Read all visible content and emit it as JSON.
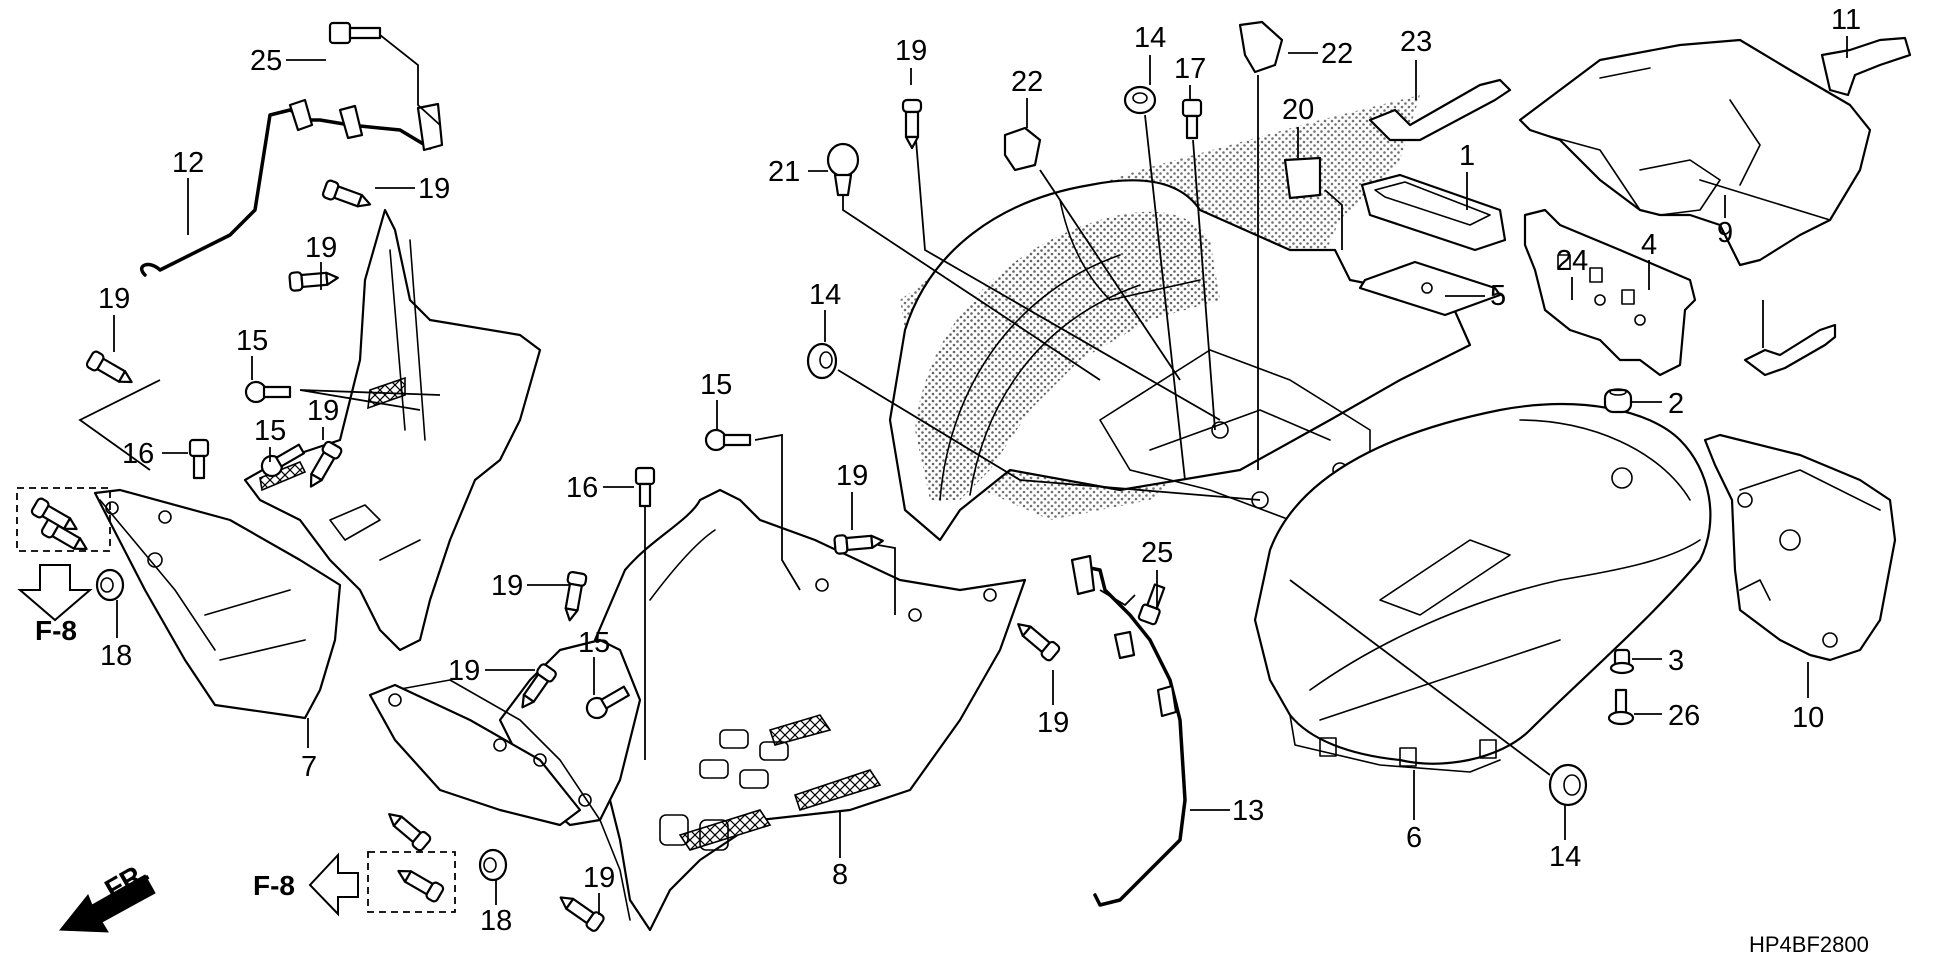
{
  "diagram": {
    "title_code": "HP4BF2800",
    "direction_label": "FR.",
    "reference_labels": [
      {
        "id": "ref-left",
        "text": "F-8"
      },
      {
        "id": "ref-bottom",
        "text": "F-8"
      }
    ],
    "callouts": [
      {
        "num": "25",
        "part": "bolt"
      },
      {
        "num": "12",
        "part": "rod-left"
      },
      {
        "num": "19",
        "part": "clip"
      },
      {
        "num": "19",
        "part": "clip"
      },
      {
        "num": "19",
        "part": "clip"
      },
      {
        "num": "15",
        "part": "screw"
      },
      {
        "num": "16",
        "part": "bolt-flange"
      },
      {
        "num": "15",
        "part": "screw"
      },
      {
        "num": "19",
        "part": "clip"
      },
      {
        "num": "18",
        "part": "nut-clip"
      },
      {
        "num": "7",
        "part": "left-mudguard"
      },
      {
        "num": "19",
        "part": "clip"
      },
      {
        "num": "19",
        "part": "clip"
      },
      {
        "num": "15",
        "part": "screw"
      },
      {
        "num": "16",
        "part": "bolt-flange"
      },
      {
        "num": "15",
        "part": "screw"
      },
      {
        "num": "19",
        "part": "clip"
      },
      {
        "num": "18",
        "part": "nut-clip"
      },
      {
        "num": "19",
        "part": "clip"
      },
      {
        "num": "8",
        "part": "footrest-panel"
      },
      {
        "num": "21",
        "part": "clip"
      },
      {
        "num": "19",
        "part": "clip"
      },
      {
        "num": "22",
        "part": "clip"
      },
      {
        "num": "14",
        "part": "grommet"
      },
      {
        "num": "14",
        "part": "grommet"
      },
      {
        "num": "17",
        "part": "bolt"
      },
      {
        "num": "22",
        "part": "clip"
      },
      {
        "num": "20",
        "part": "clip"
      },
      {
        "num": "23",
        "part": "strap"
      },
      {
        "num": "1",
        "part": "tray"
      },
      {
        "num": "5",
        "part": "pad"
      },
      {
        "num": "4",
        "part": "bracket"
      },
      {
        "num": "9",
        "part": "rear-cover"
      },
      {
        "num": "11",
        "part": "latch"
      },
      {
        "num": "24",
        "part": "strap"
      },
      {
        "num": "2",
        "part": "rubber-mount"
      },
      {
        "num": "3",
        "part": "collar"
      },
      {
        "num": "26",
        "part": "bolt"
      },
      {
        "num": "10",
        "part": "tail-housing"
      },
      {
        "num": "14",
        "part": "grommet"
      },
      {
        "num": "6",
        "part": "rear-fender"
      },
      {
        "num": "13",
        "part": "rod-right"
      },
      {
        "num": "25",
        "part": "bolt"
      },
      {
        "num": "19",
        "part": "clip"
      }
    ]
  }
}
